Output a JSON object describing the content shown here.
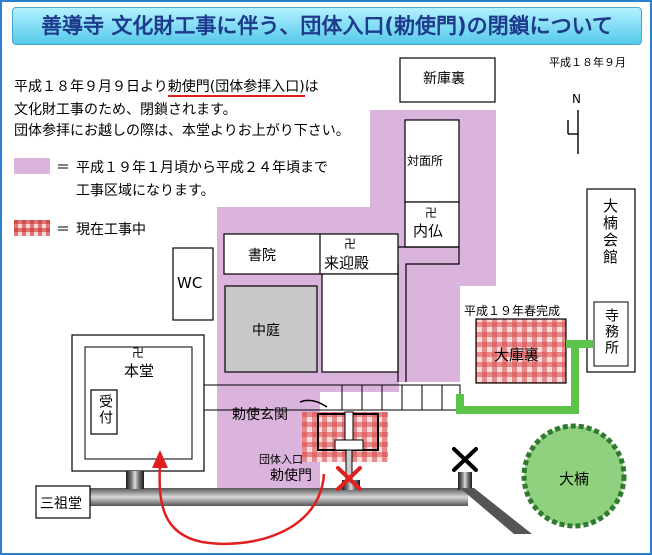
{
  "title": "善導寺 文化財工事に伴う、団体入口(勅使門)の閉鎖について",
  "date": "平成１８年９月",
  "notice": {
    "line1_pre": "平成１８年９月９日より",
    "line1_under": "勅使門(団体参拝入口)",
    "line1_post": "は",
    "line2": "文化財工事のため、閉鎖されます。",
    "line3": "団体参拝にお越しの際は、本堂よりお上がり下さい。"
  },
  "legend": {
    "equals": "＝",
    "area_line1": "平成１９年１月頃から平成２４年頃まで",
    "area_line2": "工事区域になります。",
    "work": "現在工事中",
    "colors": {
      "area": "#dbb4dd",
      "work": "#cc2a2a",
      "new_path": "#5cc44a",
      "route": "#e02020"
    }
  },
  "compass": {
    "n": "N"
  },
  "map_labels": {
    "shinkouura": "新庫裏",
    "taimensho": "対面所",
    "manji": "卍",
    "naibutsu": "内仏",
    "shoin": "書院",
    "raigouden": "来迎殿",
    "wc": "WC",
    "nakaniwa": "中庭",
    "hondo": "本堂",
    "uketsuke": "受付",
    "chokushi_genkan": "勅使玄関",
    "dantai_iriguchi": "団体入口",
    "chokushimon": "勅使門",
    "sansodo": "三祖堂",
    "okusunoki_kaikan": "大楠会館",
    "jimusho": "寺務所",
    "kansei": "平成１９年春完成",
    "daikuri": "大庫裏",
    "okusunoki": "大楠"
  }
}
